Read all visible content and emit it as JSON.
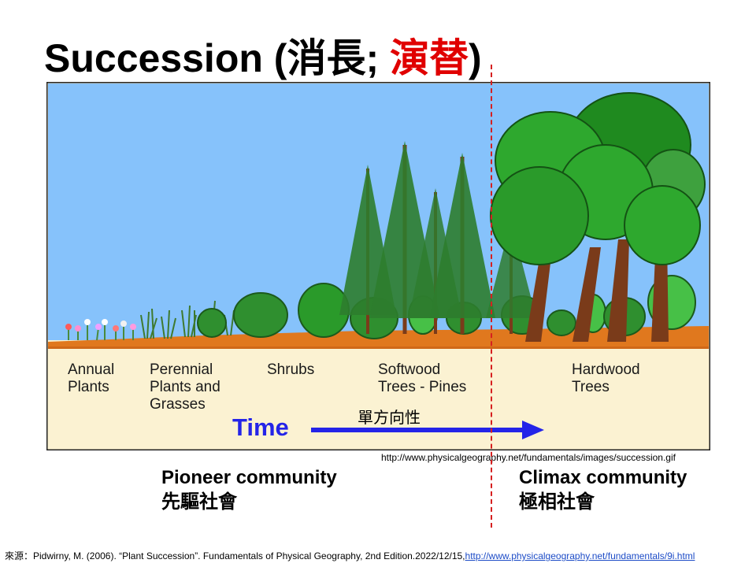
{
  "title": {
    "main": "Succession (消長; ",
    "highlight": "演替",
    "close": ")"
  },
  "figure": {
    "stages": [
      "Annual\nPlants",
      "Perennial\nPlants and\nGrasses",
      "Shrubs",
      "Softwood\nTrees - Pines",
      "Hardwood\nTrees"
    ],
    "time_label": "Time",
    "direction_label": "單方向性",
    "image_source": "http://www.physicalgeography.net/fundamentals/images/succession.gif"
  },
  "communities": {
    "pioneer": "Pioneer community\n先驅社會",
    "climax": "Climax community\n極相社會"
  },
  "citation": {
    "text": "來源：Pidwirny, M. (2006). “Plant Succession”. Fundamentals of Physical Geography, 2nd Edition.2022/12/15,",
    "link": "http://www.physicalgeography.net/fundamentals/9i.html"
  },
  "colors": {
    "sky": "#86c2fb",
    "soil": "#e0781e",
    "ground": "#fbf2d2",
    "highlight_red": "#e00000",
    "time_blue": "#2424e8",
    "divider_red": "#d62020"
  }
}
